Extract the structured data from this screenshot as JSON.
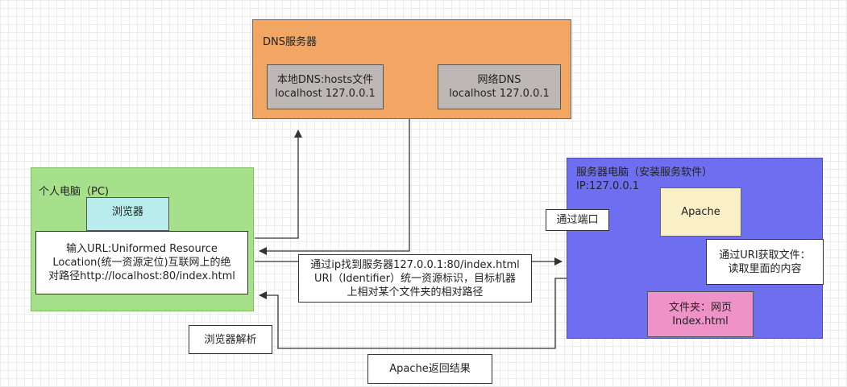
{
  "dns_server": {
    "title": "DNS服务器",
    "local_dns": {
      "line1": "本地DNS:hosts文件",
      "line2": "localhost 127.0.0.1"
    },
    "network_dns": {
      "line1": "网络DNS",
      "line2": "localhost  127.0.0.1"
    }
  },
  "pc": {
    "title": "个人电脑（PC)",
    "browser": "浏览器",
    "url_line1": "输入URL:Uniformed Resource",
    "url_line2": "Location(统一资源定位)互联网上的绝",
    "url_line3": "对路径http://localhost:80/index.html"
  },
  "server": {
    "title": "服务器电脑（安装服务软件）",
    "ip": "IP:127.0.0.1",
    "apache": "Apache",
    "folder_line1": "文件夹：网页",
    "folder_line2": "Index.html",
    "uri_read_line1": "通过URI获取文件：",
    "uri_read_line2": "读取里面的内容",
    "port": "通过端口"
  },
  "request": {
    "line1": "通过ip找到服务器127.0.0.1:80/index.html",
    "line2": "URI（Identifier）统一资源标识，目标机器",
    "line3": "上相对某个文件夹的相对路径"
  },
  "browser_parse": "浏览器解析",
  "apache_result": "Apache返回结果",
  "colors": {
    "dns_fill": "#f2a663",
    "dns_inner_fill": "#bdb8b6",
    "pc_fill": "#a6e08a",
    "browser_fill": "#b9ecec",
    "server_fill": "#6e6ef0",
    "apache_fill": "#faf0c8",
    "folder_fill": "#ee92c8",
    "arrow": "#333333"
  }
}
